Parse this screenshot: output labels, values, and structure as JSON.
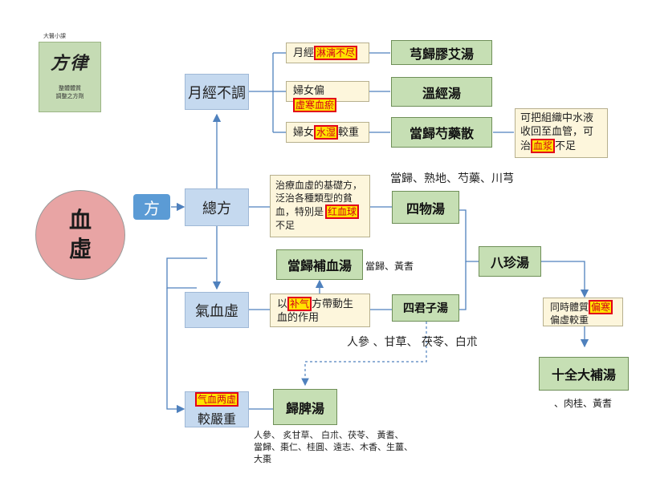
{
  "logo": {
    "top_text": "大醫小課",
    "calligraphy": "方律",
    "caption_1": "整體體質",
    "caption_2": "調整之方劑"
  },
  "center": {
    "label_1": "血",
    "label_2": "虛"
  },
  "fang": {
    "label": "方"
  },
  "nodes": {
    "yuejing": "月經不調",
    "zongfang": "總方",
    "qixue": "氣血虛",
    "jiaoyan": "較嚴重"
  },
  "conditions": {
    "c1_pre": "月經",
    "c1_hl": "淋漓不尽",
    "c2_pre": "婦女偏",
    "c2_hl": "虚寒血瘀",
    "c3_pre": "婦女",
    "c3_hl": "水湿",
    "c3_post": "較重",
    "siwu_desc_1": "治療血虛的基礎方，泛治各種類型的貧血，特別是",
    "siwu_desc_hl": "红血球",
    "siwu_desc_2": "不足",
    "buqi_pre": "以",
    "buqi_hl": "补气",
    "buqi_post": "方帶動生血的作用",
    "qixue_hl": "气血两虚",
    "shiquan_pre": "同時體質",
    "shiquan_hl": "偏寒",
    "shiquan_post": "偏虛較重",
    "danggui_note_1": "可把組織中水液收回至血管，可治",
    "danggui_note_hl": "血浆",
    "danggui_note_2": "不足"
  },
  "formulas": {
    "f1": "芎歸膠艾湯",
    "f2": "溫經湯",
    "f3": "當歸芍藥散",
    "siwu": "四物湯",
    "danggui_buxue": "當歸補血湯",
    "sijunzi": "四君子湯",
    "bazhen": "八珍湯",
    "shiquan": "十全大補湯",
    "guipi": "歸脾湯"
  },
  "ingredients": {
    "siwu": "當歸、熟地、芍藥、川芎",
    "danggui_buxue": "當歸、黃耆",
    "sijunzi": "人參 、甘草、 茯苓、白朮",
    "shiquan": "、肉桂、黃耆",
    "guipi_1": "人參、 炙甘草、 白朮、茯苓、 黃耆、",
    "guipi_2": "當歸、棗仁、桂圓、遠志、木香、生薑、",
    "guipi_3": "大棗"
  }
}
